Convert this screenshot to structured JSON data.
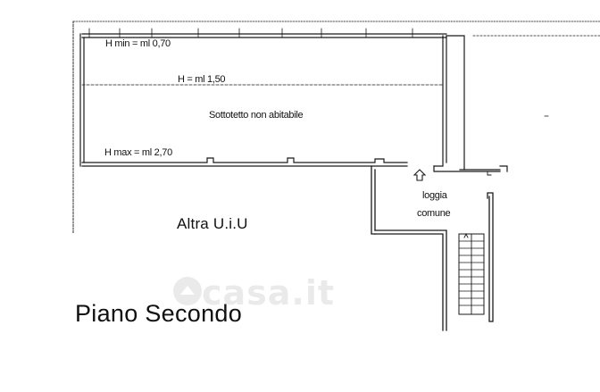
{
  "plan": {
    "labels": {
      "h_min": "H min = ml 0,70",
      "h_mid": "H = ml 1,50",
      "room_attic": "Sottotetto non abitabile",
      "h_max": "H max = ml 2,70",
      "loggia_line1": "loggia",
      "loggia_line2": "comune",
      "other_unit": "Altra U.i.U",
      "floor_name": "Piano Secondo"
    },
    "watermark": "casa.it",
    "colors": {
      "wall": "#1a1a1a",
      "background": "#ffffff"
    },
    "icons": [
      "entrance-arrow-icon",
      "casa-logo-icon"
    ]
  }
}
